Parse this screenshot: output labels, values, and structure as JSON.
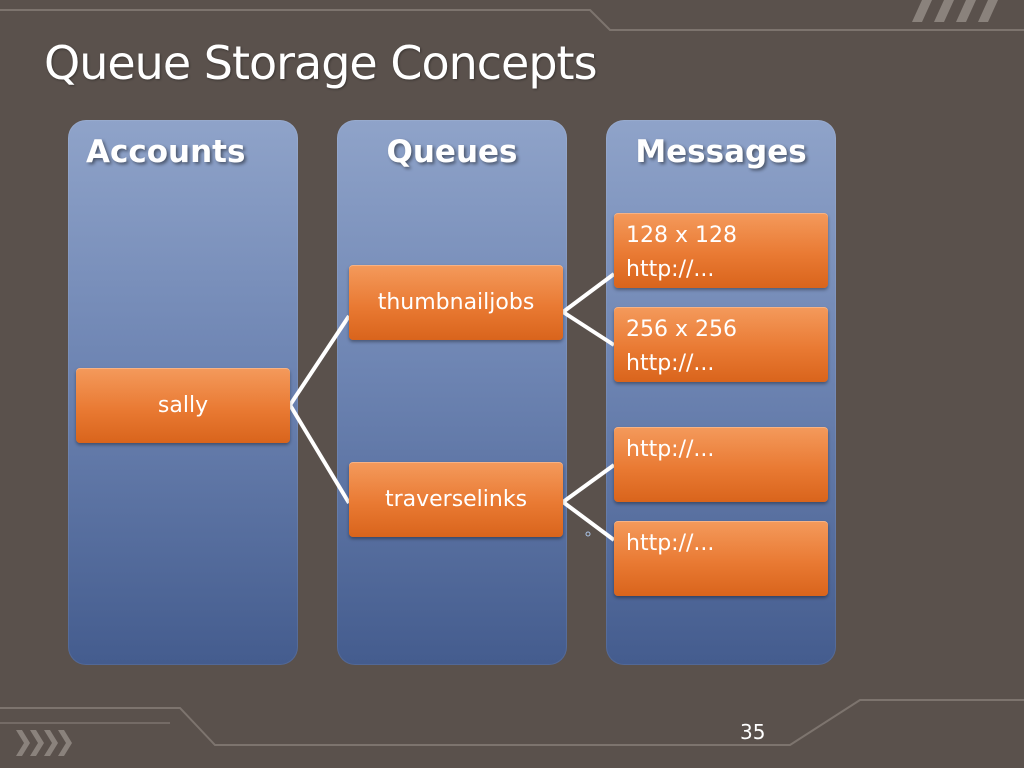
{
  "slide": {
    "title": "Queue Storage Concepts",
    "page_number": "35"
  },
  "columns": {
    "accounts": {
      "heading": "Accounts"
    },
    "queues": {
      "heading": "Queues"
    },
    "messages": {
      "heading": "Messages"
    }
  },
  "accounts": [
    {
      "label": "sally"
    }
  ],
  "queues": [
    {
      "label": "thumbnailjobs"
    },
    {
      "label": "traverselinks"
    }
  ],
  "messages": [
    {
      "line1": "128 x 128",
      "line2": "http://..."
    },
    {
      "line1": "256 x 256",
      "line2": "http://..."
    },
    {
      "line1": "http://..."
    },
    {
      "line1": "http://..."
    }
  ],
  "colors": {
    "background": "#5a514c",
    "column_top": "#8fa3c9",
    "column_bottom": "#445c8e",
    "box_orange": "#e97a33",
    "connector": "#ffffff"
  }
}
